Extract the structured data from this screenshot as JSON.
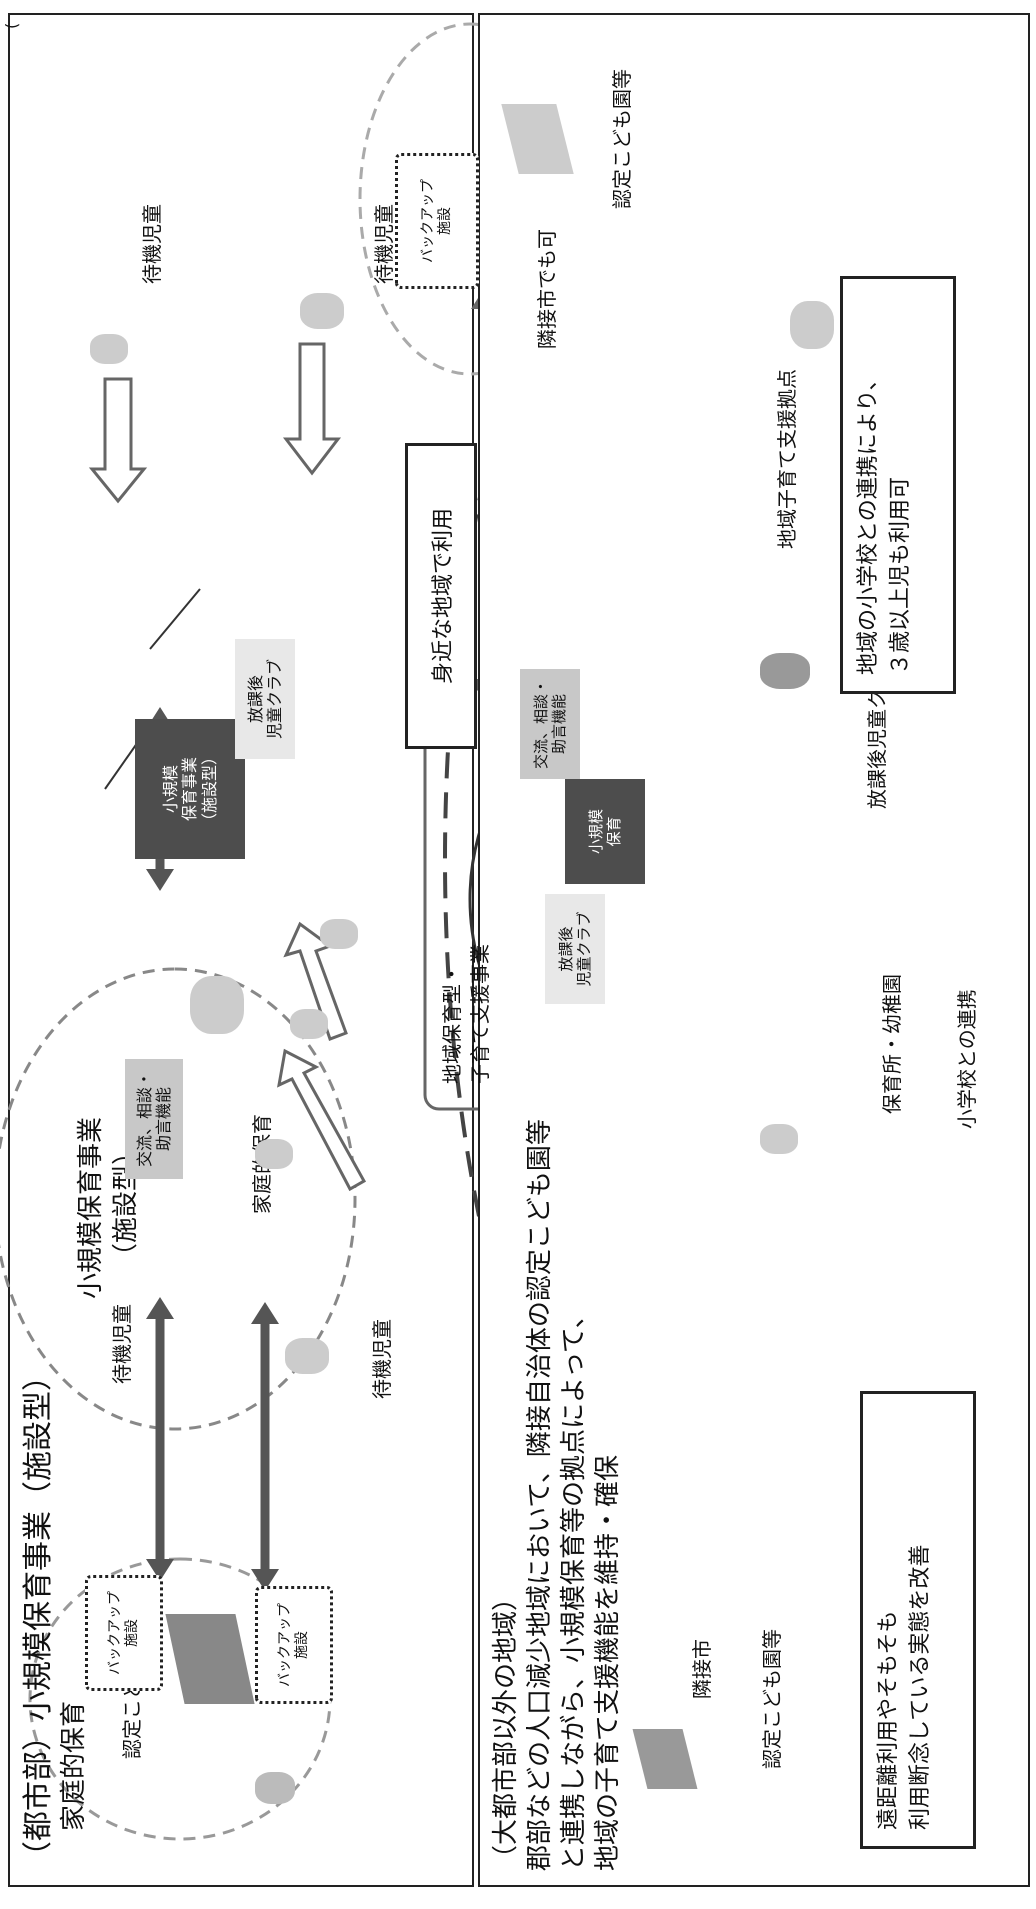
{
  "page_corner": "(",
  "urban": {
    "heading_line1": "（都市部）小規模保育事業（施設型）",
    "heading_line2": "家庭的保育",
    "nintei_label": "認定こども園等",
    "backup_label_1": "バックアップ\n施設",
    "backup_label_2": "バックアップ\n施設",
    "center_title_line1": "小規模保育事業",
    "center_title_line2": "（施設型）",
    "small_facility": "小規模\n保育事業\n（施設型）",
    "exchange": "交流、相談・\n助言機能",
    "afterschool": "放課後\n児童クラブ",
    "family_care": "家庭的保育",
    "waiting_1": "待機児童",
    "waiting_2": "待機児童",
    "waiting_3": "待機児童"
  },
  "rural": {
    "heading_line1": "（大都市部以外の地域）",
    "heading_line2": "郡部などの人口減少地域において、隣接自治体の認定こども園等",
    "heading_line3": "と連携しながら、小規模保育等の拠点によって、",
    "heading_line4": "地域の子育て支援機能を維持・確保",
    "neighbor_city": "隣接市",
    "neighbor_nintei": "認定こども園等",
    "distance_line1": "遠距離利用やそもそも",
    "distance_line2": "利用断念している実態を改善",
    "hub_title_line1": "地域保育型・",
    "hub_title_line2": "子育て支援事業",
    "hub_small": "小規模\n保育",
    "hub_exchange": "交流、相談・\n助言機能",
    "hub_afterschool": "放課後\n児童クラブ",
    "nursery": "保育所・幼稚園",
    "school_link": "小学校との連携",
    "afterschool_club": "放課後児童クラブ",
    "local_use": "身近な地域で利用",
    "school_note_line1": "地域の小学校との連携により、",
    "school_note_line2": "３歳以上児も利用可",
    "support_base": "地域子育て支援拠点",
    "backup": "バックアップ\n施設",
    "neighbor_ok": "隣接市でも可",
    "nintei_right": "認定こども園等"
  }
}
